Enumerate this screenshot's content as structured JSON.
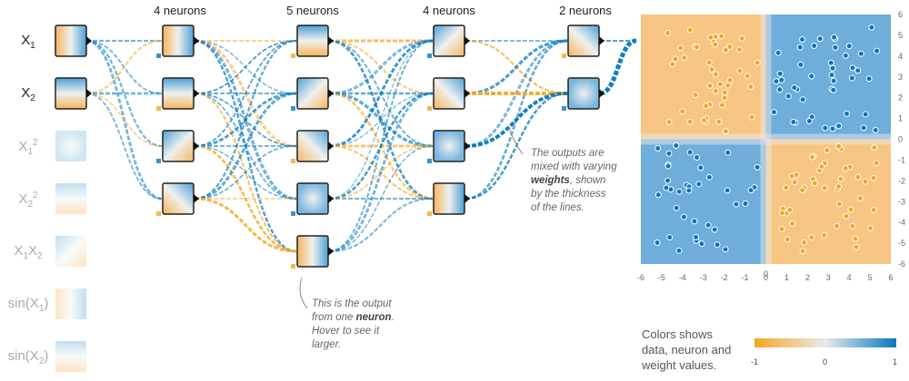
{
  "headers": [
    "4 neurons",
    "5 neurons",
    "4 neurons",
    "2 neurons"
  ],
  "inputs": [
    {
      "base": "X",
      "sub": "1",
      "sup": "",
      "active": true
    },
    {
      "base": "X",
      "sub": "2",
      "sup": "",
      "active": true
    },
    {
      "base": "X",
      "sub": "1",
      "sup": "2",
      "active": false
    },
    {
      "base": "X",
      "sub": "2",
      "sup": "2",
      "active": false
    },
    {
      "base": "X",
      "sub": "1",
      "sup": "",
      "base2": "X",
      "sub2": "2",
      "active": false
    },
    {
      "base": "sin(X",
      "sub": "1",
      "sup": "",
      "tail": ")",
      "active": false
    },
    {
      "base": "sin(X",
      "sub": "2",
      "sup": "",
      "tail": ")",
      "active": false
    }
  ],
  "annotations": {
    "weights": {
      "line1": "The outputs are",
      "line2": "mixed with varying",
      "bold": "weights",
      "line3": ", shown",
      "line4": "by the thickness",
      "line5": "of the lines."
    },
    "neuron": {
      "line1": "This is the output",
      "line2": "from one ",
      "bold": "neuron",
      "line2b": ".",
      "line3": "Hover to see it",
      "line4": "larger."
    }
  },
  "legend": {
    "line1": "Colors shows",
    "line2": "data, neuron and",
    "line3": "weight values.",
    "ticks": [
      "-1",
      "0",
      "1"
    ]
  },
  "colors": {
    "orange": "#f5a623",
    "blue": "#0877bd",
    "light": "#e8eaeb"
  },
  "output_plot": {
    "x_ticks": [
      "-6",
      "-5",
      "-4",
      "-3",
      "-2",
      "-1",
      "0",
      "1",
      "2",
      "3",
      "4",
      "5",
      "6"
    ],
    "y_ticks": [
      "6",
      "5",
      "4",
      "3",
      "2",
      "1",
      "0",
      "-1",
      "-2",
      "-3",
      "-4",
      "-5",
      "-6"
    ]
  }
}
